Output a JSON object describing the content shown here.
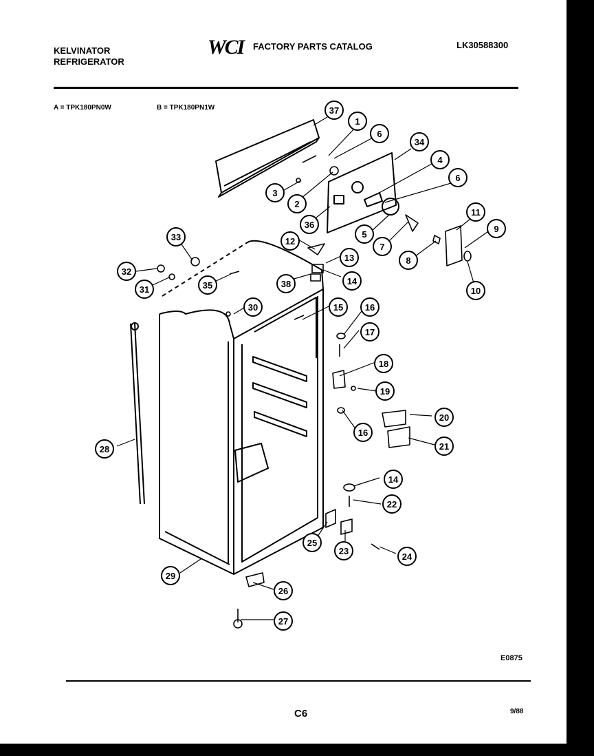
{
  "header": {
    "brand_line1": "KELVINATOR",
    "brand_line2": "REFRIGERATOR",
    "logo": "WCI",
    "catalog_title": "FACTORY PARTS CATALOG",
    "catalog_code": "LK30588300"
  },
  "models": {
    "a": "A = TPK180PN0W",
    "b": "B = TPK180PN1W"
  },
  "footer": {
    "diagram_code": "E0875",
    "page": "C6",
    "date": "9/88"
  },
  "callouts": [
    "37",
    "1",
    "6",
    "34",
    "4",
    "6",
    "3",
    "2",
    "36",
    "5",
    "7",
    "11",
    "9",
    "8",
    "10",
    "33",
    "12",
    "13",
    "32",
    "31",
    "35",
    "38",
    "14",
    "30",
    "15",
    "16",
    "17",
    "18",
    "19",
    "20",
    "16",
    "21",
    "28",
    "14",
    "22",
    "25",
    "23",
    "24",
    "29",
    "26",
    "27"
  ]
}
